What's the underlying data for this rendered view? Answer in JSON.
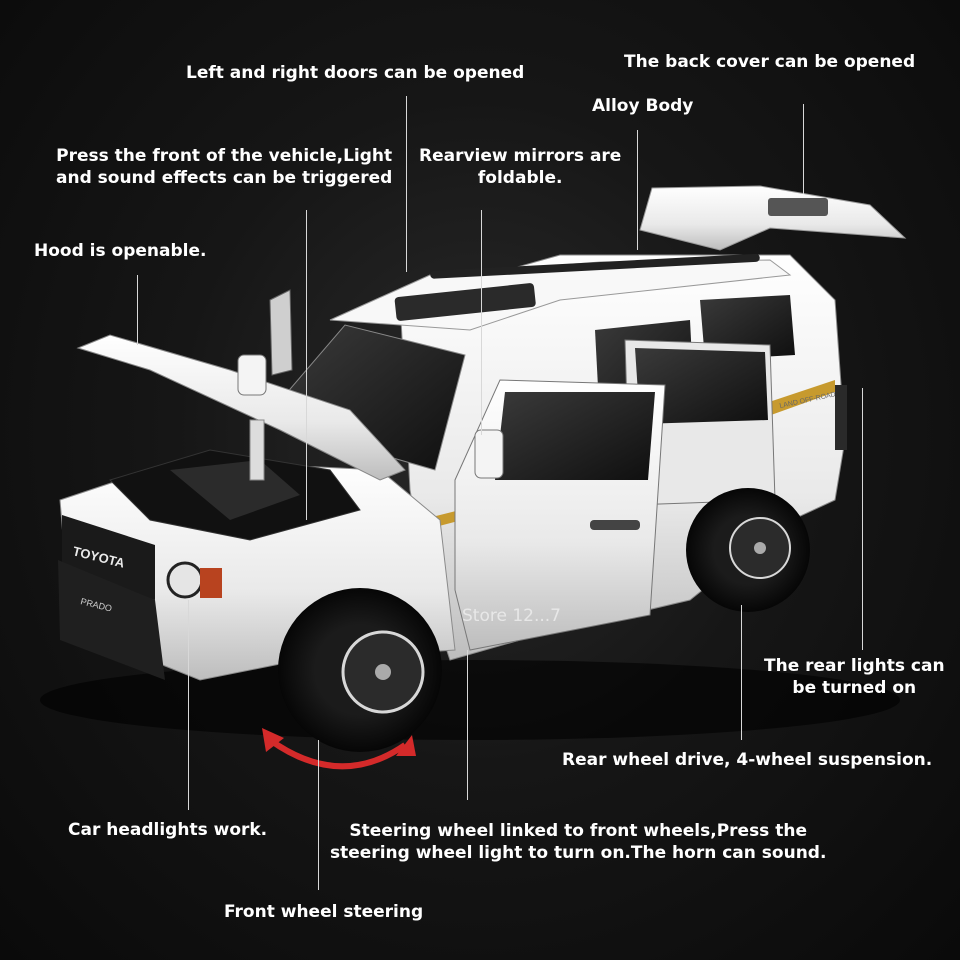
{
  "labels": {
    "doors": "Left and right doors can be opened",
    "back_cover": "The back cover can be opened",
    "alloy_body": "Alloy Body",
    "light_sound_line1": "Press the front of the vehicle,Light",
    "light_sound_line2": "and sound effects can be triggered",
    "mirrors_line1": "Rearview mirrors are",
    "mirrors_line2": "foldable.",
    "hood": "Hood is openable.",
    "rear_lights_line1": "The rear lights can",
    "rear_lights_line2": "be turned on",
    "rear_drive": "Rear wheel drive, 4-wheel suspension.",
    "headlights": "Car headlights work.",
    "steering_line1": "Steering wheel linked to front wheels,Press the",
    "steering_line2": "steering wheel light to turn on.The horn can sound.",
    "front_steering": "Front wheel steering"
  },
  "vehicle_marks": {
    "grille_brand": "TOYOTA",
    "front_plate": "PRADO",
    "side_decal": "LAND OFF-ROAD"
  },
  "watermark": "Store 12...7",
  "colors": {
    "background": "#111111",
    "body": "#f2f2f2",
    "stripe_gold": "#c79a2e",
    "arrow_red": "#d42a2a",
    "text": "#ffffff"
  }
}
